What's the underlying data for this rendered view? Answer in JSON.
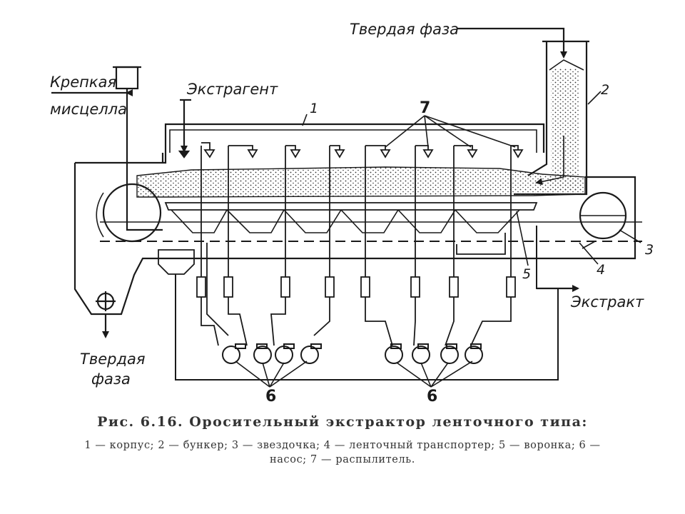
{
  "labels": {
    "solid_in": "Твердая фаза",
    "strong_miscella_1": "Крепкая",
    "strong_miscella_2": "мисцелла",
    "extragent": "Экстрагент",
    "extract": "Экстракт",
    "solid_out_1": "Твердая",
    "solid_out_2": "фаза"
  },
  "markers": {
    "n1": "1",
    "n2": "2",
    "n3": "3",
    "n4": "4",
    "n5": "5",
    "n6a": "6",
    "n6b": "6",
    "n7": "7"
  },
  "caption": {
    "title": "Рис. 6.16. Оросительный экстрактор ленточного типа:",
    "line1": "1 — корпус; 2 — бункер; 3 — звездочка; 4 — ленточный транспортер; 5 — воронка; 6 —",
    "line2": "насос; 7 — распылитель."
  }
}
